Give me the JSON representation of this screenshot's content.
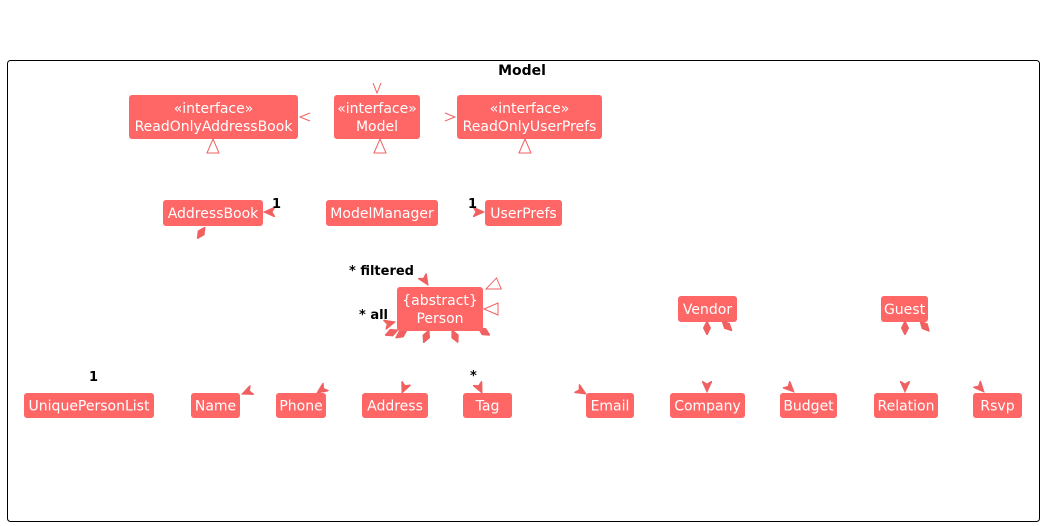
{
  "diagram": {
    "package_title": "Model",
    "colors": {
      "box": "#ff6666",
      "line": "#f06060",
      "box_text": "#ffffff",
      "frame": "#000000",
      "label": "#000000"
    },
    "classes": {
      "roab": [
        "«interface»",
        "ReadOnlyAddressBook"
      ],
      "model_iface": [
        "«interface»",
        "Model"
      ],
      "roup": [
        "«interface»",
        "ReadOnlyUserPrefs"
      ],
      "addressbook": [
        "AddressBook"
      ],
      "modelmanager": [
        "ModelManager"
      ],
      "userprefs": [
        "UserPrefs"
      ],
      "person": [
        "{abstract}",
        "Person"
      ],
      "vendor": [
        "Vendor"
      ],
      "guest": [
        "Guest"
      ],
      "uniquepersonlist": [
        "UniquePersonList"
      ],
      "name": [
        "Name"
      ],
      "phone": [
        "Phone"
      ],
      "address": [
        "Address"
      ],
      "tag": [
        "Tag"
      ],
      "email": [
        "Email"
      ],
      "company": [
        "Company"
      ],
      "budget": [
        "Budget"
      ],
      "relation": [
        "Relation"
      ],
      "rsvp": [
        "Rsvp"
      ]
    },
    "multiplicities": {
      "ab_one": "1",
      "up_one": "1",
      "filtered": "* filtered",
      "all": "* all",
      "upl_one": "1",
      "tag_many": "*"
    }
  }
}
